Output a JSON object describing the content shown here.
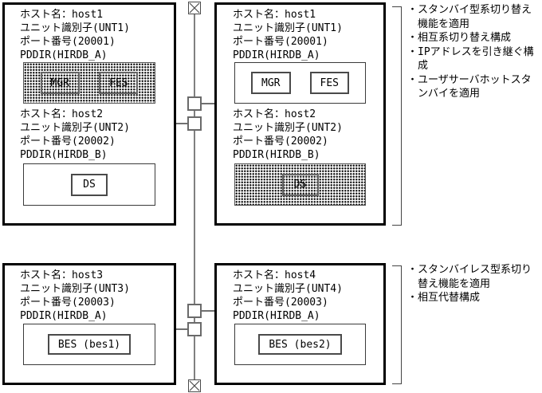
{
  "boxes": {
    "top_left": {
      "units": [
        {
          "host": "ホスト名：host1",
          "unit": "ユニット識別子(UNT1)",
          "port": "ポート番号(20001)",
          "pddir": "PDDIR(HIRDB_A)",
          "servers": [
            "MGR",
            "FES"
          ],
          "shaded": true
        },
        {
          "host": "ホスト名：host2",
          "unit": "ユニット識別子(UNT2)",
          "port": "ポート番号(20002)",
          "pddir": "PDDIR(HIRDB_B)",
          "servers": [
            "DS"
          ],
          "shaded": false
        }
      ]
    },
    "top_right": {
      "units": [
        {
          "host": "ホスト名：host1",
          "unit": "ユニット識別子(UNT1)",
          "port": "ポート番号(20001)",
          "pddir": "PDDIR(HIRDB_A)",
          "servers": [
            "MGR",
            "FES"
          ],
          "shaded": false
        },
        {
          "host": "ホスト名：host2",
          "unit": "ユニット識別子(UNT2)",
          "port": "ポート番号(20002)",
          "pddir": "PDDIR(HIRDB_B)",
          "servers": [
            "DS"
          ],
          "shaded": true
        }
      ]
    },
    "bottom_left": {
      "units": [
        {
          "host": "ホスト名：host3",
          "unit": "ユニット識別子(UNT3)",
          "port": "ポート番号(20003)",
          "pddir": "PDDIR(HIRDB_A)",
          "servers": [
            "BES (bes1)"
          ],
          "shaded": false
        }
      ]
    },
    "bottom_right": {
      "units": [
        {
          "host": "ホスト名：host4",
          "unit": "ユニット識別子(UNT4)",
          "port": "ポート番号(20003)",
          "pddir": "PDDIR(HIRDB_A)",
          "servers": [
            "BES (bes2)"
          ],
          "shaded": false
        }
      ]
    }
  },
  "annotations": {
    "top": {
      "items": [
        "・スタンバイ型系切り替え機能を適用",
        "・相互系切り替え構成",
        "・IPアドレスを引き継ぐ構成",
        "・ユーザサーバホットスタンバイを適用"
      ]
    },
    "bottom": {
      "items": [
        "・スタンバイレス型系切り替え機能を適用",
        "・相互代替構成"
      ]
    }
  },
  "colors": {
    "box_border": "#000000",
    "trunk_line": "#808080",
    "shading_dot": "#111111",
    "background": "#ffffff"
  }
}
